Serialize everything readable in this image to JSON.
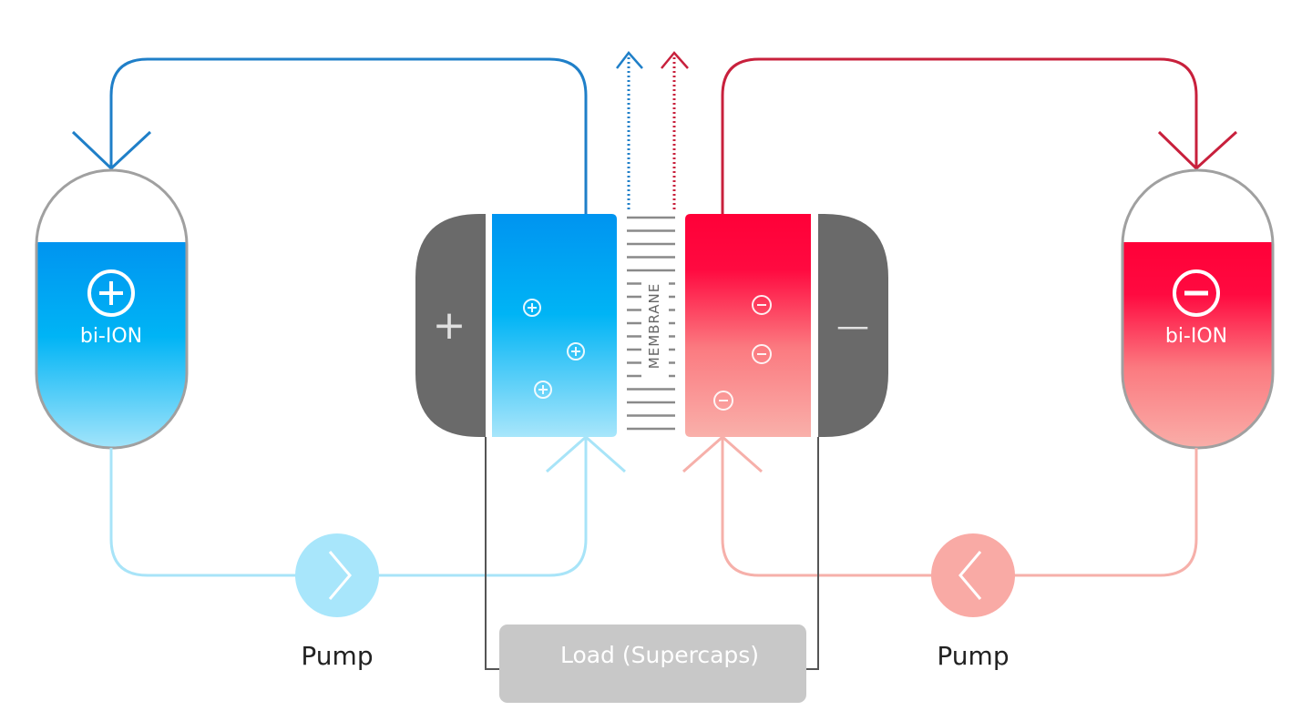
{
  "diagram": {
    "left_tank": {
      "label": "bi-ION",
      "symbol": "plus-circle-icon"
    },
    "right_tank": {
      "label": "bi-ION",
      "symbol": "minus-circle-icon"
    },
    "membrane_label": "MEMBRANE",
    "left_pump_label": "Pump",
    "right_pump_label": "Pump",
    "load_label": "Load (Supercaps)",
    "left_electrode_symbol": "+",
    "right_electrode_symbol": "—"
  },
  "colors": {
    "positive_dark": "#0094f0",
    "positive_light": "#a8e6fb",
    "positive_line": "#1f7fc8",
    "negative_dark": "#ff0038",
    "negative_light": "#f9aaa5",
    "negative_line": "#c8203c",
    "electrode": "#6a6a6a",
    "load_box": "#c8c8c8"
  }
}
